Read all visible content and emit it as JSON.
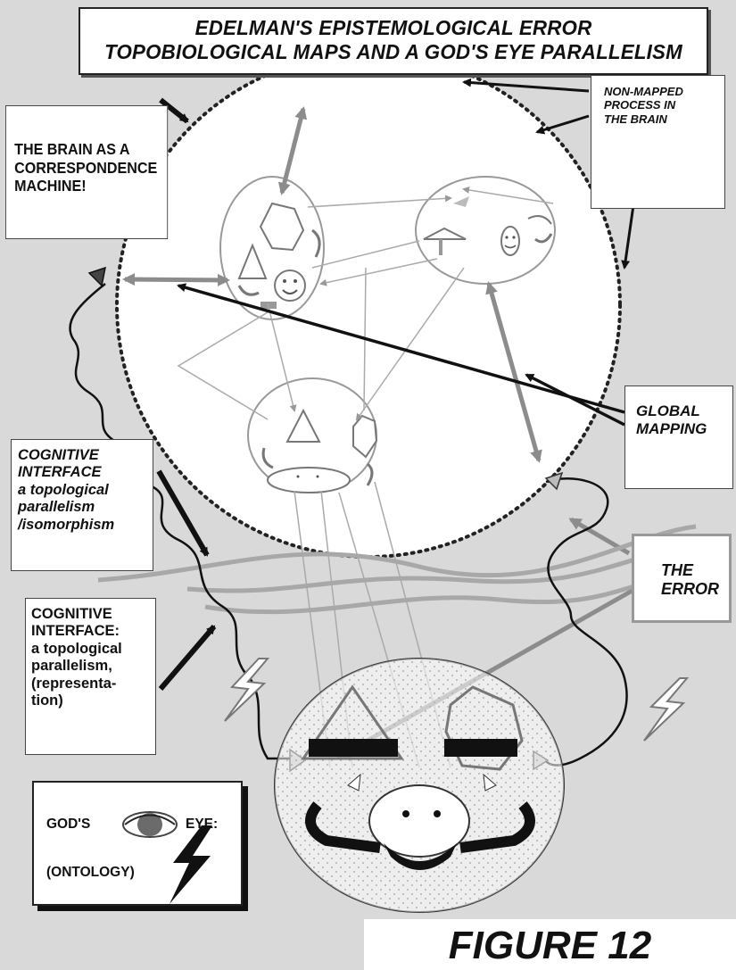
{
  "title": {
    "line1": "EDELMAN'S EPISTEMOLOGICAL ERROR",
    "line2": "TOPOBIOLOGICAL MAPS AND A GOD'S EYE PARALLELISM"
  },
  "labels": {
    "brain_machine": [
      "THE BRAIN AS A",
      "CORRESPONDENCE",
      "MACHINE!"
    ],
    "non_mapped": [
      "NON-MAPPED",
      "PROCESS IN",
      "THE BRAIN"
    ],
    "global_mapping": [
      "GLOBAL",
      "MAPPING"
    ],
    "cognitive_interface_1": [
      "COGNITIVE",
      "INTERFACE",
      "a topological",
      "parallelism",
      "/isomorphism"
    ],
    "cognitive_interface_2": [
      "COGNITIVE",
      "INTERFACE:",
      "a topological",
      "parallelism,",
      "(representa-",
      "tion)"
    ],
    "the_error": [
      "THE",
      "ERROR"
    ],
    "gods_eye": {
      "gods": "GOD'S",
      "eye": "EYE:",
      "ontology": "(ONTOLOGY)"
    },
    "figure": "FIGURE 12"
  },
  "icons": {
    "eye": "eye-icon",
    "lightning": "lightning-icon",
    "smiley": "smiley-face-icon"
  },
  "colors": {
    "background": "#d9d9d9",
    "box_fill": "#ffffff",
    "line_dark": "#111111",
    "arrow_gray": "#8c8c8c",
    "wave_gray": "#a8a8a8"
  }
}
